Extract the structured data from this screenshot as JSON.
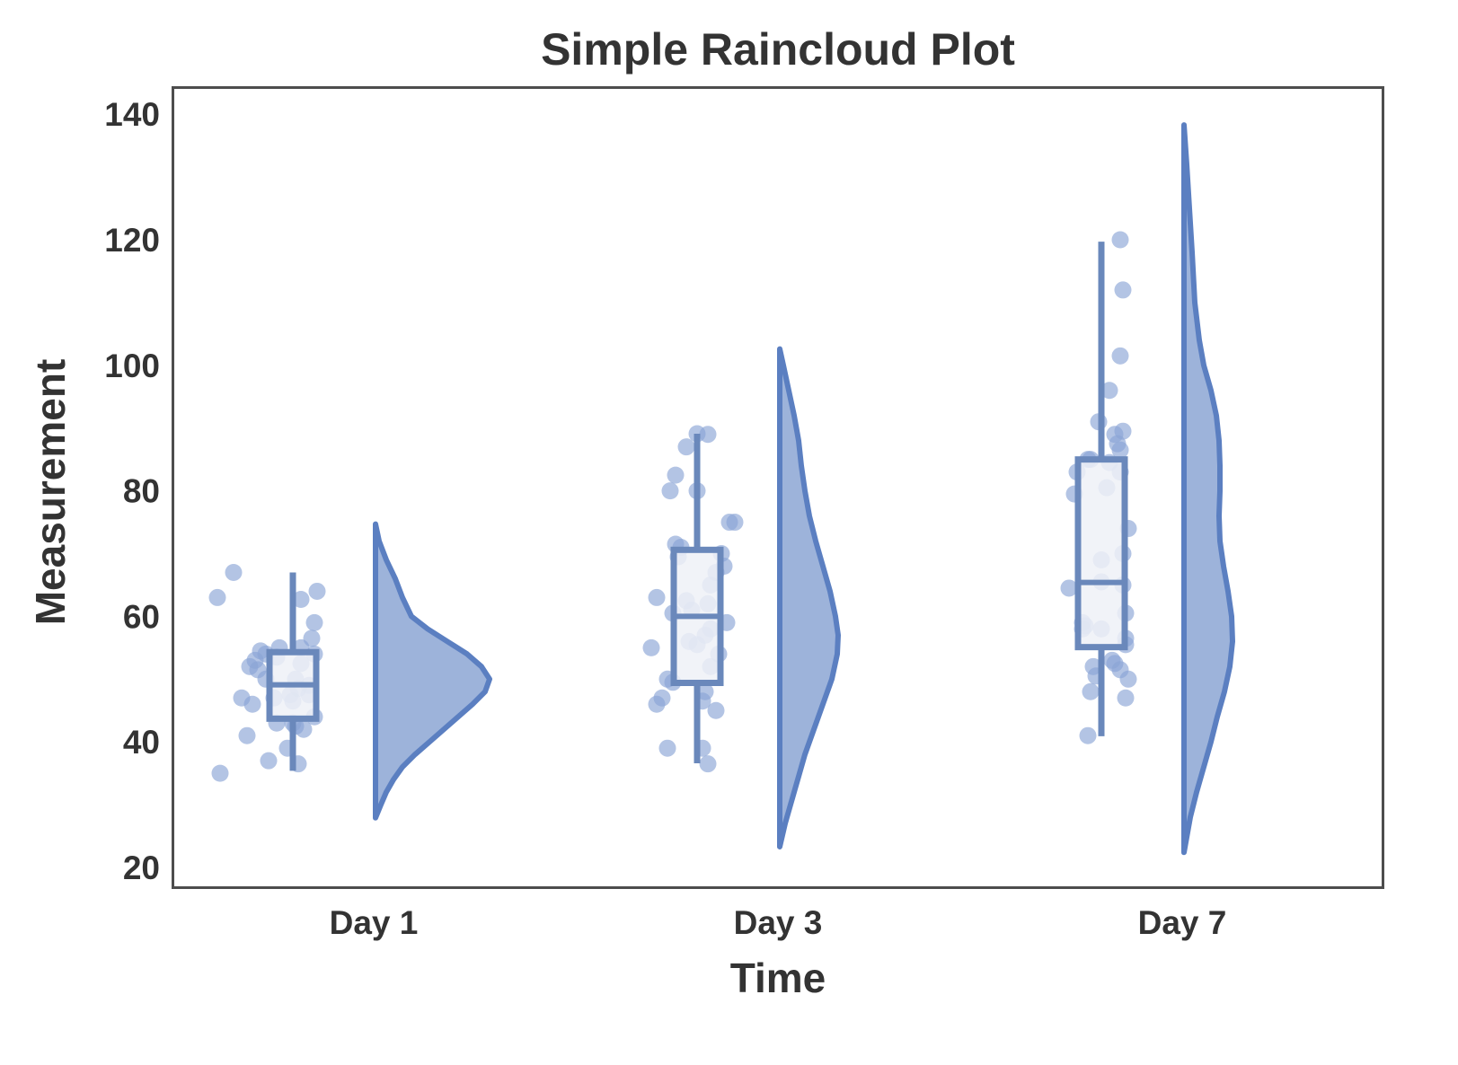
{
  "chart_data": {
    "type": "raincloud",
    "title": "Simple Raincloud Plot",
    "xlabel": "Time",
    "ylabel": "Measurement",
    "ylim": [
      17,
      143
    ],
    "yticks": [
      20,
      40,
      60,
      80,
      100,
      120,
      140
    ],
    "categories": [
      "Day 1",
      "Day 3",
      "Day 7"
    ],
    "grid": false,
    "legend": null,
    "colors": {
      "primary": "#5b7fc1",
      "violin_fill": "#9db3da",
      "box_fill": "#eef1f7",
      "box_edge": "#6a88bb",
      "points": "#8ba5d6",
      "text": "#333333",
      "spine": "#4d4d4d"
    },
    "boxplots": [
      {
        "category": "Day 1",
        "whisker_low": 35.4,
        "q1": 43.7,
        "median": 49.1,
        "q3": 54.3,
        "whisker_high": 67.0
      },
      {
        "category": "Day 3",
        "whisker_low": 36.6,
        "q1": 49.4,
        "median": 60.0,
        "q3": 70.6,
        "whisker_high": 89.1
      },
      {
        "category": "Day 7",
        "whisker_low": 40.9,
        "q1": 55.1,
        "median": 65.4,
        "q3": 85.0,
        "whisker_high": 119.7
      }
    ],
    "violins": [
      {
        "category": "Day 1",
        "min": 27.9,
        "max": 74.7,
        "density": [
          [
            74.7,
            0
          ],
          [
            72,
            4
          ],
          [
            69,
            12
          ],
          [
            66,
            22
          ],
          [
            63,
            30
          ],
          [
            60,
            40
          ],
          [
            58,
            58
          ],
          [
            56,
            80
          ],
          [
            54,
            102
          ],
          [
            52,
            118
          ],
          [
            50,
            127
          ],
          [
            48,
            122
          ],
          [
            46,
            108
          ],
          [
            44,
            92
          ],
          [
            42,
            76
          ],
          [
            40,
            60
          ],
          [
            38,
            44
          ],
          [
            36,
            30
          ],
          [
            34,
            20
          ],
          [
            32,
            12
          ],
          [
            30,
            6
          ],
          [
            27.9,
            0
          ]
        ]
      },
      {
        "category": "Day 3",
        "min": 23.3,
        "max": 102.6,
        "density": [
          [
            102.6,
            0
          ],
          [
            100,
            4
          ],
          [
            96,
            10
          ],
          [
            92,
            16
          ],
          [
            88,
            21
          ],
          [
            84,
            24
          ],
          [
            80,
            28
          ],
          [
            76,
            33
          ],
          [
            72,
            40
          ],
          [
            68,
            48
          ],
          [
            64,
            56
          ],
          [
            60,
            62
          ],
          [
            57,
            65
          ],
          [
            54,
            64
          ],
          [
            50,
            58
          ],
          [
            46,
            48
          ],
          [
            42,
            38
          ],
          [
            38,
            28
          ],
          [
            34,
            20
          ],
          [
            30,
            12
          ],
          [
            27,
            6
          ],
          [
            23.3,
            0
          ]
        ]
      },
      {
        "category": "Day 7",
        "min": 22.4,
        "max": 138.3,
        "density": [
          [
            138.3,
            0
          ],
          [
            132,
            3
          ],
          [
            125,
            6
          ],
          [
            118,
            9
          ],
          [
            110,
            12
          ],
          [
            104,
            17
          ],
          [
            100,
            22
          ],
          [
            96,
            30
          ],
          [
            92,
            36
          ],
          [
            88,
            39
          ],
          [
            84,
            40
          ],
          [
            80,
            40
          ],
          [
            76,
            39
          ],
          [
            72,
            40
          ],
          [
            68,
            44
          ],
          [
            64,
            49
          ],
          [
            60,
            53
          ],
          [
            56,
            54
          ],
          [
            52,
            51
          ],
          [
            48,
            45
          ],
          [
            44,
            37
          ],
          [
            40,
            30
          ],
          [
            36,
            22
          ],
          [
            32,
            14
          ],
          [
            28,
            7
          ],
          [
            22.4,
            0
          ]
        ]
      }
    ],
    "points": [
      {
        "category": "Day 1",
        "values": [
          67.0,
          63.0,
          62.7,
          64.0,
          59.0,
          56.5,
          55.0,
          55.0,
          54.5,
          54.0,
          54.0,
          53.5,
          53.0,
          52.5,
          52.0,
          51.5,
          50.0,
          50.0,
          49.0,
          48.5,
          47.5,
          47.5,
          47.0,
          47.0,
          46.5,
          46.0,
          44.0,
          43.0,
          43.0,
          42.5,
          42.0,
          41.0,
          39.0,
          37.0,
          36.5,
          35.0
        ],
        "jitter": [
          -0.22,
          -0.28,
          0.03,
          0.09,
          0.08,
          0.07,
          -0.05,
          0.03,
          -0.12,
          -0.1,
          0.08,
          -0.06,
          -0.14,
          0.03,
          -0.16,
          -0.13,
          0.01,
          -0.1,
          0.06,
          0.02,
          -0.01,
          0.06,
          -0.19,
          -0.07,
          0.0,
          -0.15,
          0.08,
          -0.06,
          0.0,
          0.01,
          0.04,
          -0.17,
          -0.02,
          -0.09,
          0.02,
          -0.27
        ]
      },
      {
        "category": "Day 3",
        "values": [
          89.1,
          89.0,
          87.0,
          82.5,
          80.0,
          80.0,
          75.0,
          75.0,
          71.5,
          71.0,
          70.0,
          69.5,
          68.0,
          67.0,
          65.0,
          63.0,
          62.5,
          62.0,
          61.0,
          60.5,
          59.0,
          58.0,
          57.0,
          56.0,
          55.5,
          55.0,
          54.0,
          52.0,
          50.0,
          49.5,
          48.0,
          47.0,
          46.5,
          46.0,
          45.0,
          39.0,
          39.0,
          36.5
        ],
        "jitter": [
          0.0,
          0.04,
          -0.04,
          -0.08,
          -0.1,
          0.0,
          0.12,
          0.14,
          -0.08,
          -0.06,
          0.09,
          -0.07,
          0.1,
          0.07,
          0.05,
          -0.15,
          -0.04,
          0.04,
          -0.02,
          -0.09,
          0.11,
          0.05,
          0.03,
          -0.03,
          0.0,
          -0.17,
          0.08,
          0.05,
          -0.11,
          -0.09,
          0.03,
          -0.13,
          0.02,
          -0.15,
          0.07,
          -0.11,
          0.02,
          0.04
        ]
      },
      {
        "category": "Day 7",
        "values": [
          120.0,
          112.0,
          101.5,
          96.0,
          91.0,
          89.5,
          89.0,
          87.5,
          86.5,
          85.0,
          85.0,
          84.5,
          83.0,
          83.0,
          80.5,
          79.5,
          74.0,
          70.0,
          69.0,
          65.5,
          65.0,
          64.5,
          60.5,
          59.0,
          58.5,
          58.0,
          58.0,
          56.5,
          55.5,
          53.0,
          52.5,
          52.0,
          51.5,
          50.5,
          50.0,
          48.0,
          47.0,
          41.0
        ],
        "jitter": [
          0.07,
          0.08,
          0.07,
          0.03,
          -0.01,
          0.08,
          0.05,
          0.06,
          0.07,
          -0.05,
          -0.04,
          0.03,
          -0.09,
          0.07,
          0.02,
          -0.1,
          0.1,
          0.08,
          0.0,
          0.0,
          0.08,
          -0.12,
          0.09,
          -0.07,
          -0.06,
          -0.07,
          0.0,
          0.09,
          0.09,
          0.04,
          0.05,
          -0.03,
          0.07,
          -0.02,
          0.1,
          -0.04,
          0.09,
          -0.05
        ]
      }
    ]
  }
}
